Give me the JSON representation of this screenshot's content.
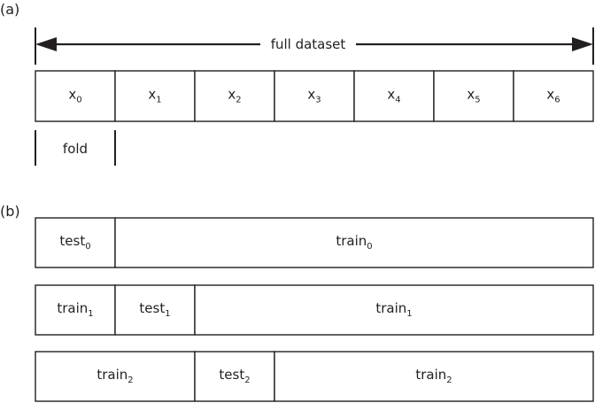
{
  "panels": {
    "a": "(a)",
    "b": "(b)"
  },
  "dataset_label": "full dataset",
  "fold_label": "fold",
  "samples": [
    {
      "base": "x",
      "sub": "0"
    },
    {
      "base": "x",
      "sub": "1"
    },
    {
      "base": "x",
      "sub": "2"
    },
    {
      "base": "x",
      "sub": "3"
    },
    {
      "base": "x",
      "sub": "4"
    },
    {
      "base": "x",
      "sub": "5"
    },
    {
      "base": "x",
      "sub": "6"
    }
  ],
  "splits": [
    {
      "segments": [
        {
          "role": "test",
          "base": "test",
          "sub": "0",
          "span": 1
        },
        {
          "role": "train",
          "base": "train",
          "sub": "0",
          "span": 6
        }
      ]
    },
    {
      "segments": [
        {
          "role": "train",
          "base": "train",
          "sub": "1",
          "span": 1
        },
        {
          "role": "test",
          "base": "test",
          "sub": "1",
          "span": 1
        },
        {
          "role": "train",
          "base": "train",
          "sub": "1",
          "span": 5
        }
      ]
    },
    {
      "segments": [
        {
          "role": "train",
          "base": "train",
          "sub": "2",
          "span": 2
        },
        {
          "role": "test",
          "base": "test",
          "sub": "2",
          "span": 1
        },
        {
          "role": "train",
          "base": "train",
          "sub": "2",
          "span": 4
        }
      ]
    }
  ],
  "colors": {
    "line": "#231f20",
    "background": "#ffffff"
  }
}
